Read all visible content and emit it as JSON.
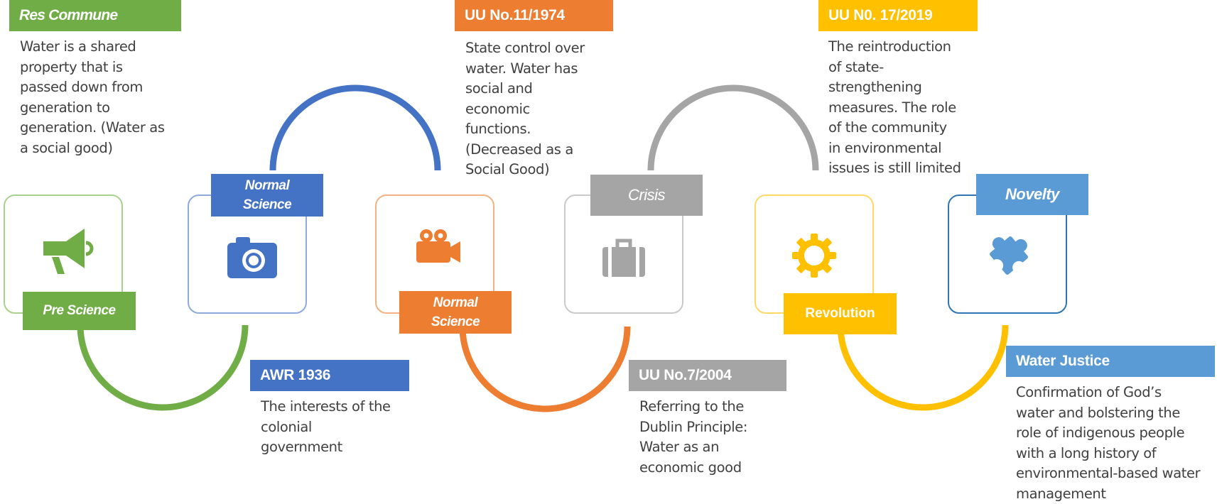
{
  "colors": {
    "green": "#70ad47",
    "blue": "#4472c4",
    "orange": "#ed7d31",
    "gray": "#a5a5a5",
    "gold": "#ffc000",
    "lightblue": "#5b9bd5",
    "text": "#404040"
  },
  "stages": [
    {
      "label_line1": "Pre Science",
      "label_line2": "",
      "icon": "megaphone-icon"
    },
    {
      "label_line1": "Normal",
      "label_line2": "Science",
      "icon": "camera-icon"
    },
    {
      "label_line1": "Normal",
      "label_line2": "Science",
      "icon": "video-camera-icon"
    },
    {
      "label_line1": "Crisis",
      "label_line2": "",
      "icon": "briefcase-icon"
    },
    {
      "label_line1": "Revolution",
      "label_line2": "",
      "icon": "gear-icon"
    },
    {
      "label_line1": "Novelty",
      "label_line2": "",
      "icon": "puzzle-piece-icon"
    }
  ],
  "notes": [
    {
      "title": "Res Commune",
      "lines": [
        "Water is a shared",
        "property that is",
        "passed down from",
        "generation to",
        "generation. (Water as",
        "a social good)"
      ]
    },
    {
      "title": "AWR 1936",
      "lines": [
        "The interests of the",
        "colonial",
        "government"
      ]
    },
    {
      "title": "UU No.11/1974",
      "lines": [
        "State control over",
        "water. Water has",
        "social and",
        "economic",
        "functions.",
        "(Decreased as a",
        "Social Good)"
      ]
    },
    {
      "title": "UU No.7/2004",
      "lines": [
        "Referring to the",
        "Dublin Principle:",
        "Water as an",
        "economic good"
      ]
    },
    {
      "title": "UU N0. 17/2019",
      "lines": [
        "The reintroduction",
        "of state-",
        "strengthening",
        "measures. The role",
        "of the community",
        "in environmental",
        "issues is still limited"
      ]
    },
    {
      "title": "Water Justice",
      "lines": [
        "Confirmation of God’s",
        "water and bolstering the",
        "role of indigenous people",
        "with a long history of",
        "environmental-based water",
        "management"
      ]
    }
  ]
}
